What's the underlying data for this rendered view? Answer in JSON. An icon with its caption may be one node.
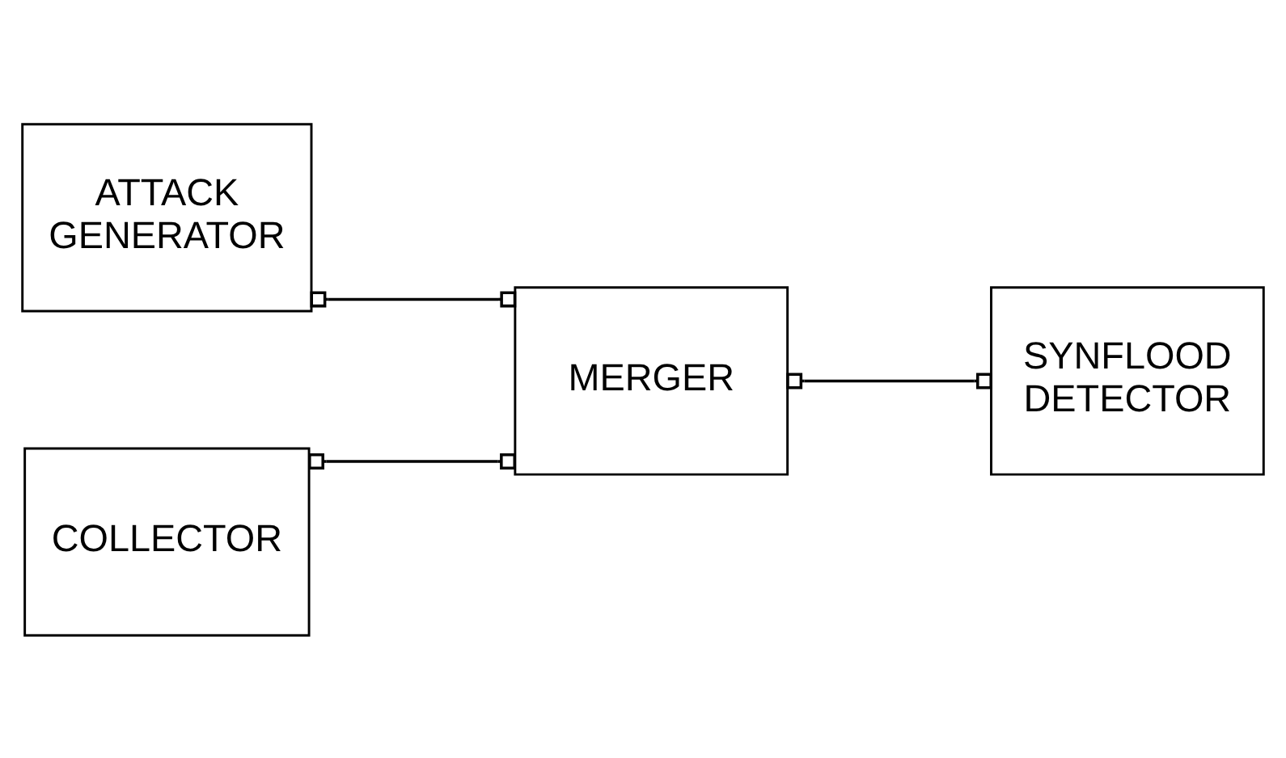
{
  "diagram": {
    "nodes": [
      {
        "text": [
          "ATTACK GENERATOR"
        ]
      },
      {
        "text": [
          "MERGER"
        ]
      },
      {
        "text": [
          "SYNFLOOD DETECTOR"
        ]
      },
      {
        "text": [
          "COLLECTOR"
        ]
      }
    ],
    "edges": [
      {
        "from": 0,
        "to": 1,
        "arrow": "other"
      },
      {
        "from": 3,
        "to": 1,
        "arrow": "other"
      },
      {
        "from": 1,
        "to": 2,
        "arrow": "other"
      }
    ]
  }
}
